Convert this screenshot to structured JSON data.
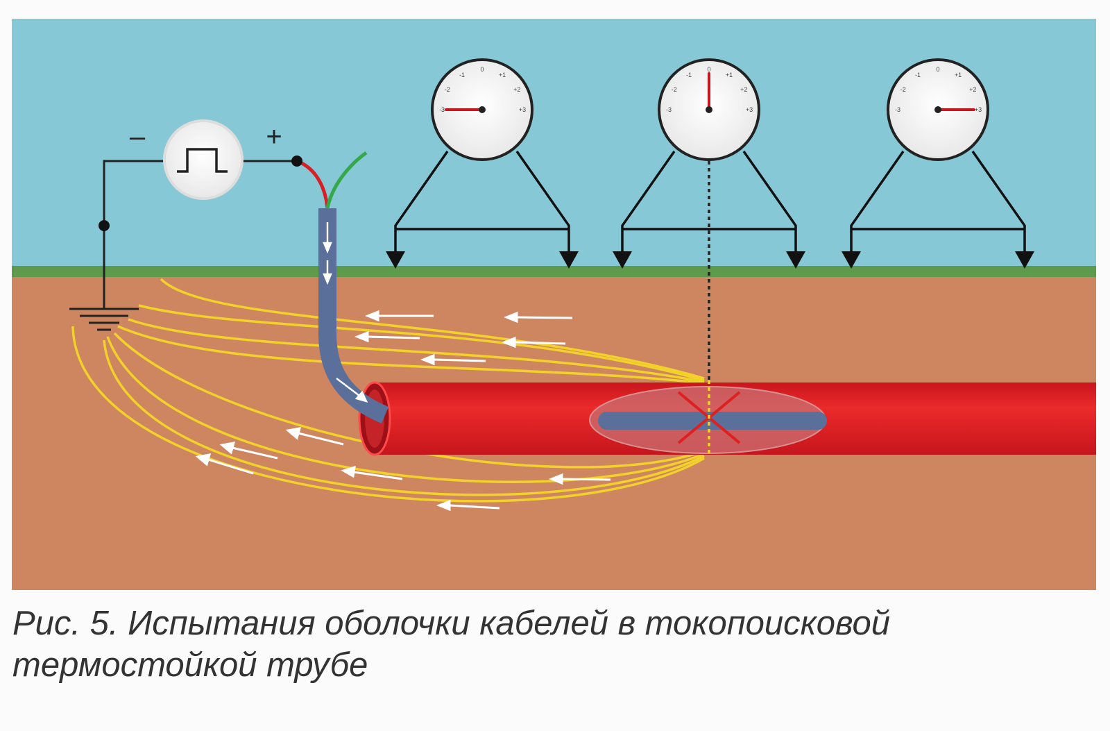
{
  "colors": {
    "sky": "#86c8d6",
    "grass": "#5e9a4c",
    "soil": "#cd8660",
    "pipe": "#e02424",
    "pipe_dark": "#b8141c",
    "cable": "#5a6f9a",
    "field_lines": "#f1d12a",
    "wire_red": "#d71f26",
    "wire_green": "#35a84a"
  },
  "generator": {
    "minus_label": "–",
    "plus_label": "+",
    "icon": "square-pulse-icon"
  },
  "dials": [
    {
      "ticks": [
        "-3",
        "-2",
        "-1",
        "0",
        "+1",
        "+2",
        "+3"
      ],
      "reading": -3
    },
    {
      "ticks": [
        "-3",
        "-2",
        "-1",
        "0",
        "+1",
        "+2",
        "+3"
      ],
      "reading": 0
    },
    {
      "ticks": [
        "-3",
        "-2",
        "-1",
        "0",
        "+1",
        "+2",
        "+3"
      ],
      "reading": 3
    }
  ],
  "caption": {
    "line1": "Рис. 5. Испытания оболочки кабелей в токопоисковой",
    "line2": "термостойкой трубе"
  }
}
